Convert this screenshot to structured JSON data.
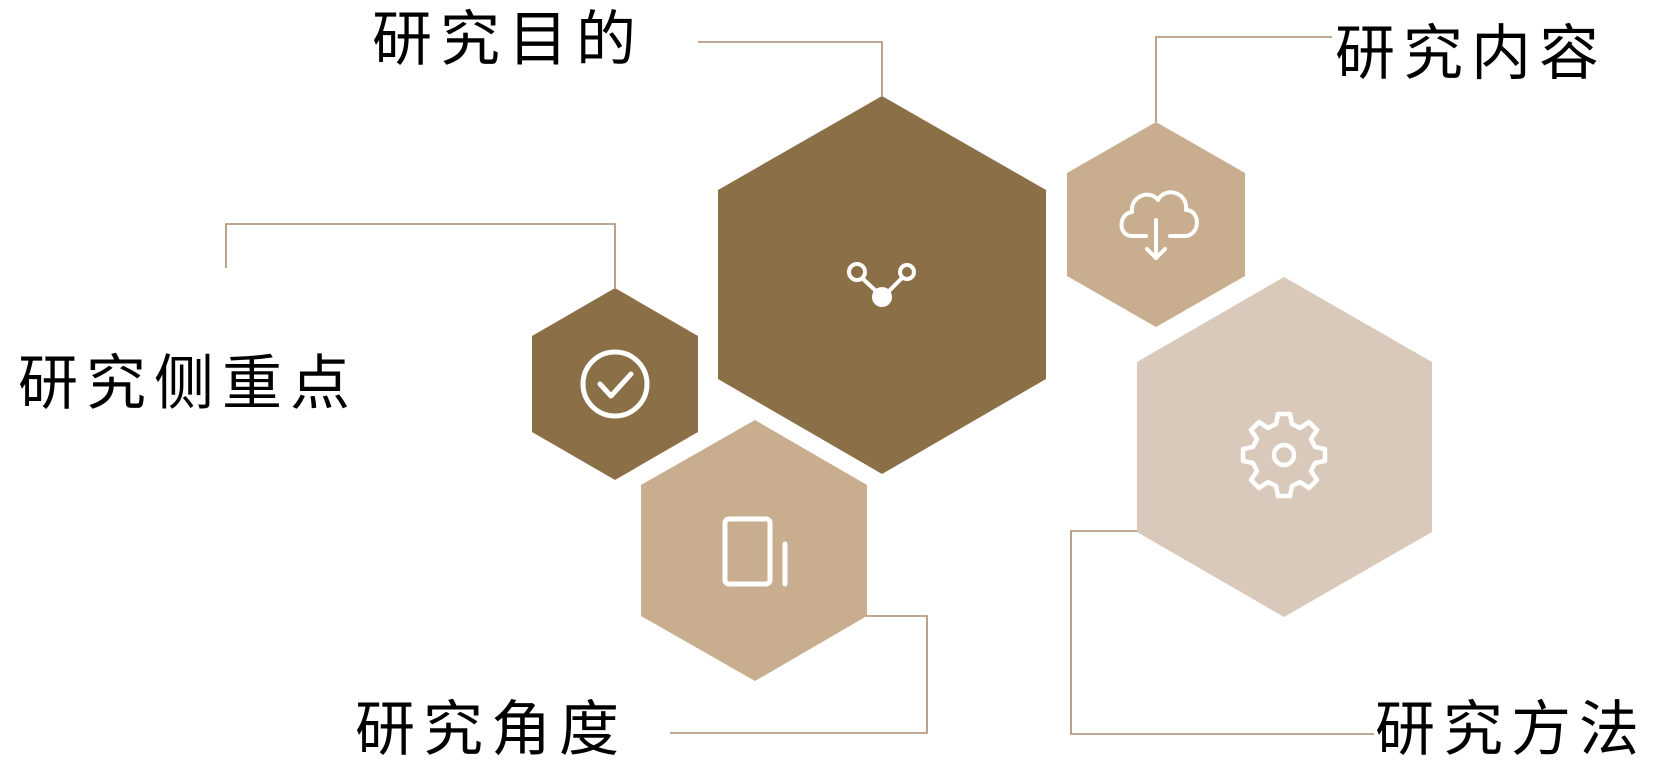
{
  "labels": {
    "purpose": "研究目的",
    "content": "研究内容",
    "focus": "研究侧重点",
    "angle": "研究角度",
    "method": "研究方法"
  },
  "colors": {
    "dark_brown": "#8B6F47",
    "tan": "#C8AE8F",
    "light_beige": "#D8C9BB",
    "connector_line": "#A88C6A",
    "icon_stroke": "#FFFFFF",
    "text": "#000000"
  },
  "icons": {
    "purpose": "share-nodes-icon",
    "content": "cloud-download-icon",
    "focus": "check-circle-icon",
    "angle": "tablet-icon",
    "method": "gear-icon"
  }
}
